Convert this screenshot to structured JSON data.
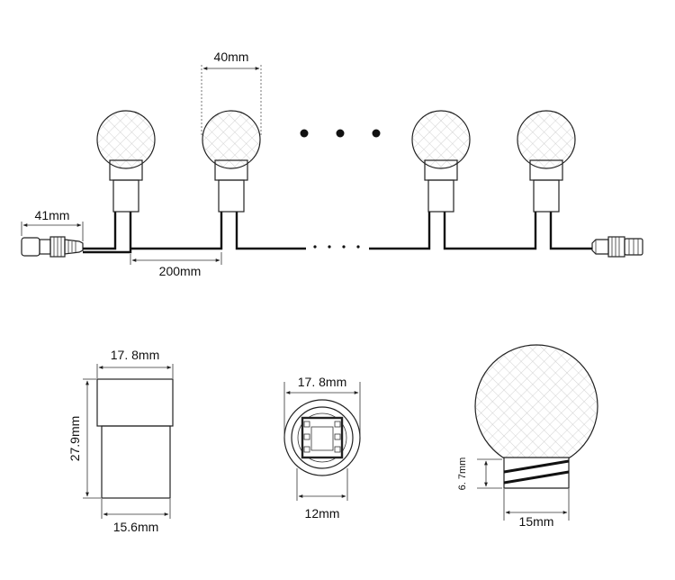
{
  "top_diagram": {
    "bulb_spacing_label": "40mm",
    "lead_length_label": "41mm",
    "wire_length_label": "200mm"
  },
  "detail_side": {
    "width_top_label": "17. 8mm",
    "height_label": "27.9mm",
    "width_bottom_label": "15.6mm"
  },
  "detail_top": {
    "outer_diameter_label": "17. 8mm",
    "inner_label": "12mm"
  },
  "detail_bulb": {
    "neck_height_label": "6. 7mm",
    "neck_width_label": "15mm"
  },
  "colors": {
    "stroke": "#222222",
    "bulb_mesh": "#cfcfcf",
    "wire": "#111111"
  }
}
